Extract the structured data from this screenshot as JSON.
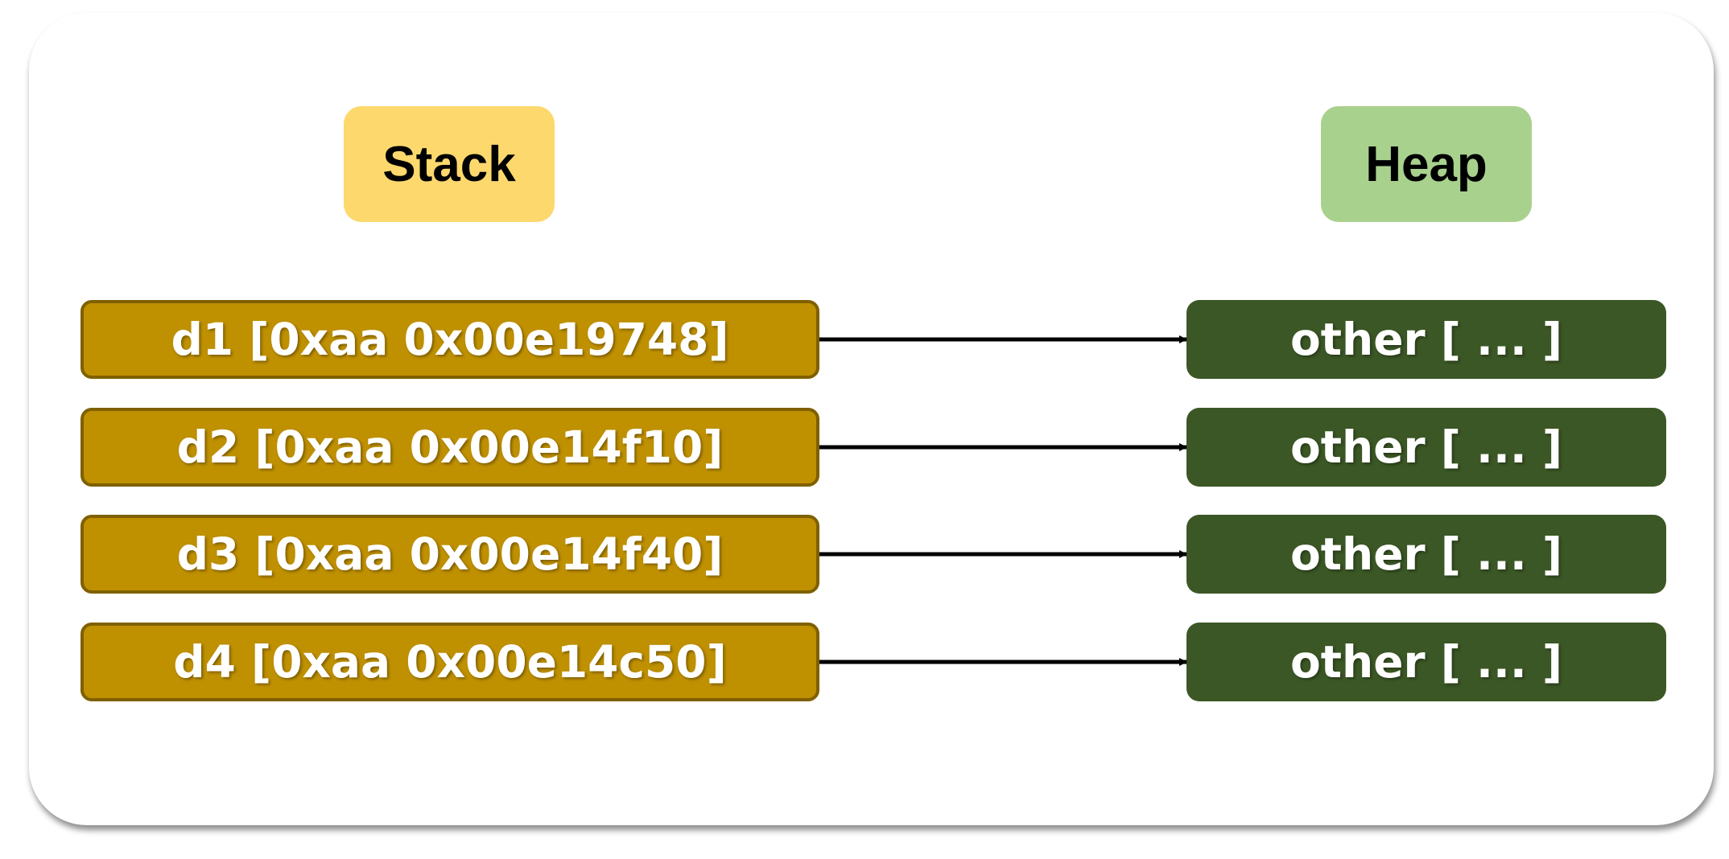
{
  "diagram": {
    "stack_header": {
      "label": "Stack",
      "color": "#fdd86d"
    },
    "heap_header": {
      "label": "Heap",
      "color": "#a9d18e"
    },
    "stack_color": "#bf9000",
    "heap_color": "#3b5725",
    "stack_items": [
      {
        "label": "d1 [0xaa 0x00e19748]"
      },
      {
        "label": "d2 [0xaa 0x00e14f10]"
      },
      {
        "label": "d3 [0xaa 0x00e14f40]"
      },
      {
        "label": "d4 [0xaa 0x00e14c50]"
      }
    ],
    "heap_items": [
      {
        "label": "other [ ... ]"
      },
      {
        "label": "other [ ... ]"
      },
      {
        "label": "other [ ... ]"
      },
      {
        "label": "other [ ... ]"
      }
    ]
  }
}
